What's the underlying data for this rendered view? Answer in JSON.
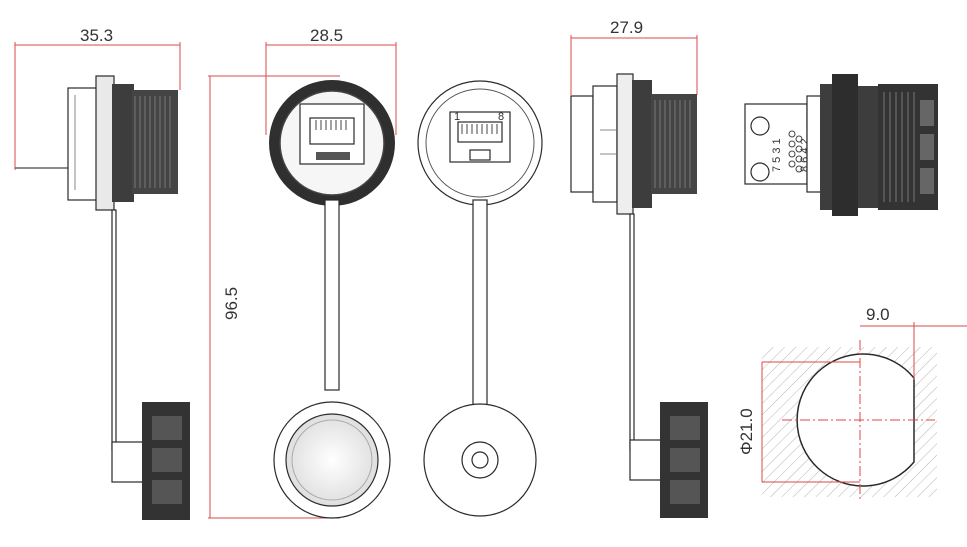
{
  "dimensions": {
    "side_left_width": "35.3",
    "front_width": "28.5",
    "total_height": "96.5",
    "side_right_width": "27.9",
    "flat_width": "9.0",
    "cutout_diameter": "Φ21.0"
  },
  "pin_labels": {
    "pin_first": "1",
    "pin_last": "8",
    "odd_pins": "7 5 3 1",
    "even_pins": "8 6 4 2"
  },
  "colors": {
    "dimension_line": "#d94a4a",
    "body_dark": "#3a3a3a",
    "outline": "#2a2a2a",
    "hatch": "#b5b5b5"
  }
}
